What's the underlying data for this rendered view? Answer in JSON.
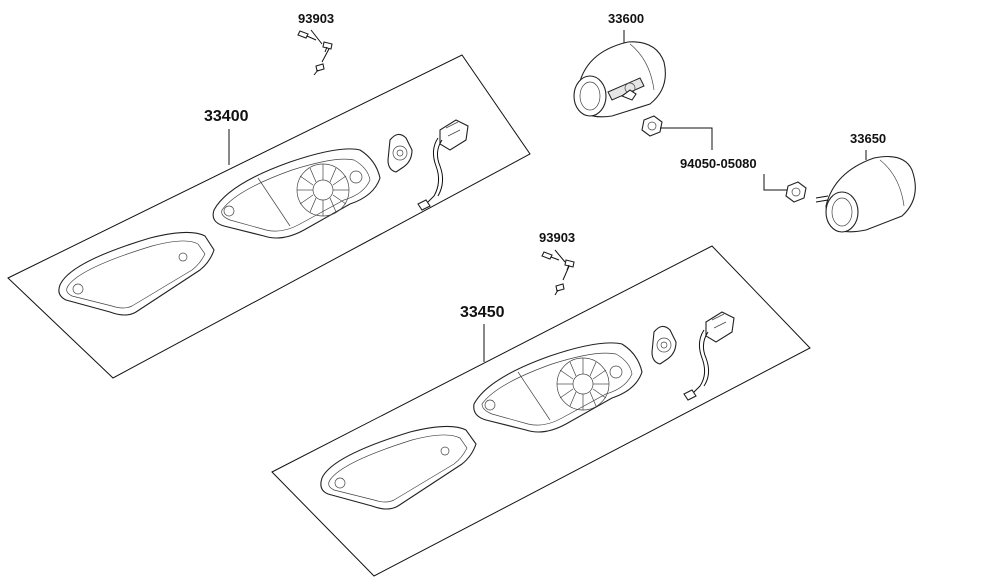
{
  "labels": {
    "screw_top": "93903",
    "left_assembly": "33400",
    "right_lamp_top": "33600",
    "nut": "94050-05080",
    "right_lamp_bottom": "33650",
    "screw_mid": "93903",
    "right_assembly": "33450"
  }
}
